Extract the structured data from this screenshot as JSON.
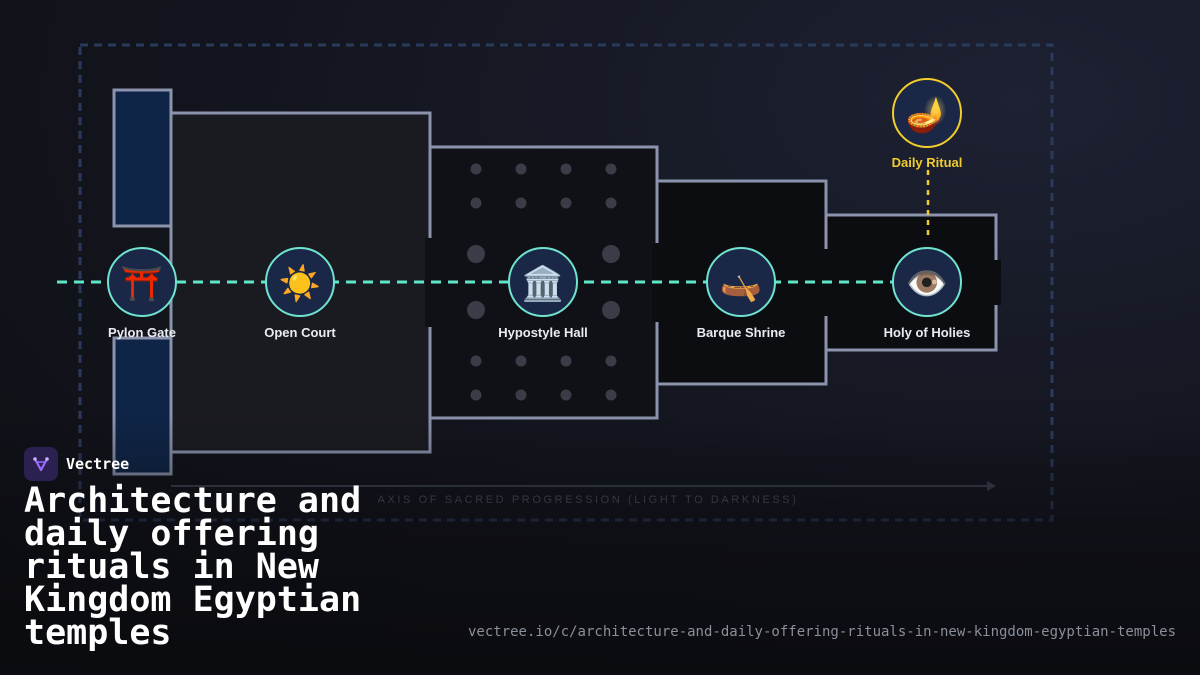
{
  "diagram": {
    "nodes": [
      {
        "id": "pylon",
        "label": "Pylon Gate",
        "icon": "torii-gate-icon",
        "glyph": "⛩️"
      },
      {
        "id": "court",
        "label": "Open Court",
        "icon": "sun-icon",
        "glyph": "☀️"
      },
      {
        "id": "hall",
        "label": "Hypostyle Hall",
        "icon": "classical-building-icon",
        "glyph": "🏛️"
      },
      {
        "id": "barque",
        "label": "Barque Shrine",
        "icon": "canoe-icon",
        "glyph": "🛶"
      },
      {
        "id": "holies",
        "label": "Holy of Holies",
        "icon": "eye-icon",
        "glyph": "👁️"
      }
    ],
    "ritual": {
      "label": "Daily Ritual",
      "icon": "oil-lamp-icon",
      "glyph": "🪔"
    },
    "axis_label": "AXIS OF SACRED PROGRESSION (LIGHT TO DARKNESS)",
    "colors": {
      "path": "#5ee6c8",
      "node_border": "#6fe3cf",
      "node_fill": "#1a2746",
      "ritual": "#f2cd2c",
      "walls": "#8b93ad",
      "pylon_fill": "#0f2547",
      "frame": "#2a3a5c"
    }
  },
  "brand": {
    "name": "Vectree"
  },
  "title": "Architecture and daily offering rituals in New Kingdom Egyptian temples",
  "source_url": "vectree.io/c/architecture-and-daily-offering-rituals-in-new-kingdom-egyptian-temples"
}
